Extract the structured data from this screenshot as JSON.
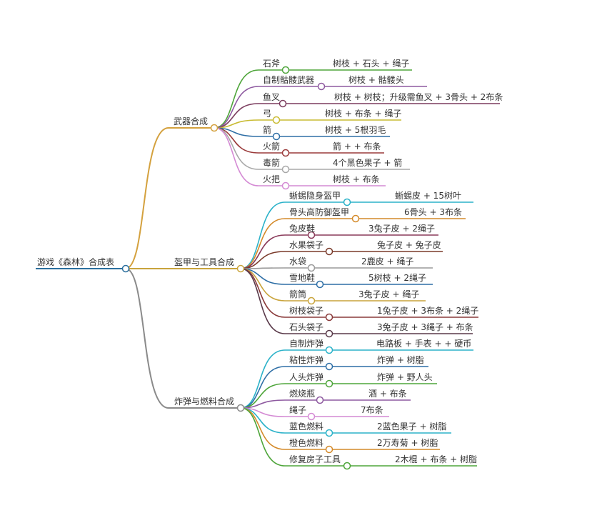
{
  "root": {
    "label": "游戏《森林》合成表"
  },
  "colors": {
    "root": "#2b6f9e",
    "cat_weapons": "#d4a13e",
    "cat_armor": "#c9a43c",
    "cat_bombs": "#8a8a8a",
    "palette": [
      "#4ea53a",
      "#8e5aa0",
      "#7b3c5e",
      "#c9bb32",
      "#2f6fa6",
      "#9a3a3a",
      "#a8a8a8",
      "#d48ad4",
      "#2bb2c9",
      "#d48a2a",
      "#8a4a3a",
      "#555555"
    ]
  },
  "categories": [
    {
      "label": "武器合成",
      "color": "#d4a13e",
      "items": [
        {
          "label": "石斧",
          "recipe": "树枝 + 石头 + 绳子",
          "color": "#4ea53a"
        },
        {
          "label": "自制骷髅武器",
          "recipe": "树枝 + 骷髅头",
          "color": "#8e5aa0"
        },
        {
          "label": "鱼叉",
          "recipe": "树枝 + 树枝；升级需鱼叉 + 3骨头 + 2布条",
          "color": "#7b3c5e"
        },
        {
          "label": "弓",
          "recipe": "树枝 + 布条 + 绳子",
          "color": "#c9bb32"
        },
        {
          "label": "箭",
          "recipe": "树枝 + 5根羽毛",
          "color": "#2f6fa6"
        },
        {
          "label": "火箭",
          "recipe": "箭 +  + 布条",
          "color": "#9a3a3a"
        },
        {
          "label": "毒箭",
          "recipe": "4个黑色果子 + 箭",
          "color": "#a8a8a8"
        },
        {
          "label": "火把",
          "recipe": "树枝 + 布条",
          "color": "#d48ad4"
        }
      ]
    },
    {
      "label": "盔甲与工具合成",
      "color": "#c9a43c",
      "items": [
        {
          "label": "蜥蜴隐身盔甲",
          "recipe": "蜥蜴皮 + 15树叶",
          "color": "#2bb2c9"
        },
        {
          "label": "骨头高防御盔甲",
          "recipe": "6骨头 + 3布条",
          "color": "#d48a2a"
        },
        {
          "label": "兔皮鞋",
          "recipe": "3兔子皮 + 2绳子",
          "color": "#8a3a5a"
        },
        {
          "label": "水果袋子",
          "recipe": "兔子皮 + 兔子皮",
          "color": "#7a3a2a"
        },
        {
          "label": "水袋",
          "recipe": "2鹿皮 + 绳子",
          "color": "#9a9a9a"
        },
        {
          "label": "雪地鞋",
          "recipe": "5树枝 + 2绳子",
          "color": "#2f6fa6"
        },
        {
          "label": "箭筒",
          "recipe": "3兔子皮 + 绳子",
          "color": "#c9a43c"
        },
        {
          "label": "树枝袋子",
          "recipe": "1兔子皮 + 3布条 + 2绳子",
          "color": "#8a3a3a"
        },
        {
          "label": "石头袋子",
          "recipe": "3兔子皮 + 3绳子 + 布条",
          "color": "#5a3a4a"
        }
      ]
    },
    {
      "label": "炸弹与燃料合成",
      "color": "#8a8a8a",
      "items": [
        {
          "label": "自制炸弹",
          "recipe": "电路板 + 手表 +  + 硬币",
          "color": "#2bb2c9"
        },
        {
          "label": "粘性炸弹",
          "recipe": "炸弹 + 树脂",
          "color": "#2f6fa6"
        },
        {
          "label": "人头炸弹",
          "recipe": "炸弹 + 野人头",
          "color": "#4ea53a"
        },
        {
          "label": "燃烧瓶",
          "recipe": "酒 + 布条",
          "color": "#8e5aa0"
        },
        {
          "label": "绳子",
          "recipe": "7布条",
          "color": "#d48ad4"
        },
        {
          "label": "蓝色燃料",
          "recipe": "2蓝色果子 + 树脂",
          "color": "#2bb2c9"
        },
        {
          "label": "橙色燃料",
          "recipe": "2万寿菊 + 树脂",
          "color": "#d48a2a"
        },
        {
          "label": "修复房子工具",
          "recipe": "2木棍 + 布条 + 树脂",
          "color": "#4ea53a"
        }
      ]
    }
  ]
}
